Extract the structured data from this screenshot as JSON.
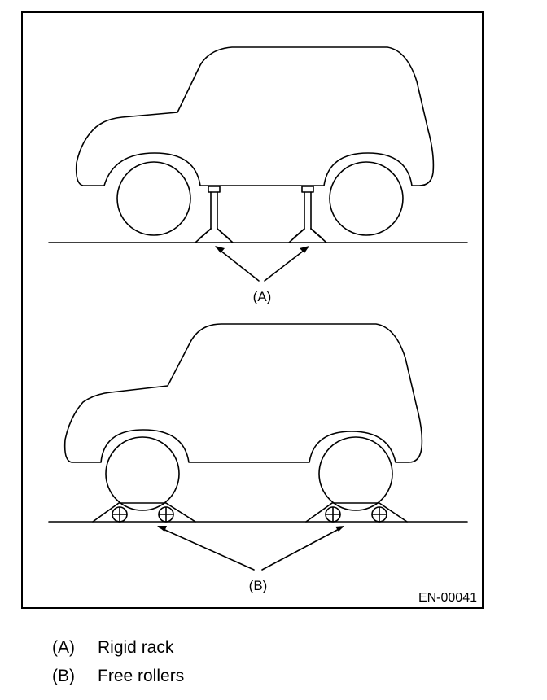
{
  "figure": {
    "top_callout": "(A)",
    "bottom_callout": "(B)",
    "figure_code": "EN-00041"
  },
  "legend": [
    {
      "key": "(A)",
      "label": "Rigid rack"
    },
    {
      "key": "(B)",
      "label": "Free rollers"
    }
  ]
}
